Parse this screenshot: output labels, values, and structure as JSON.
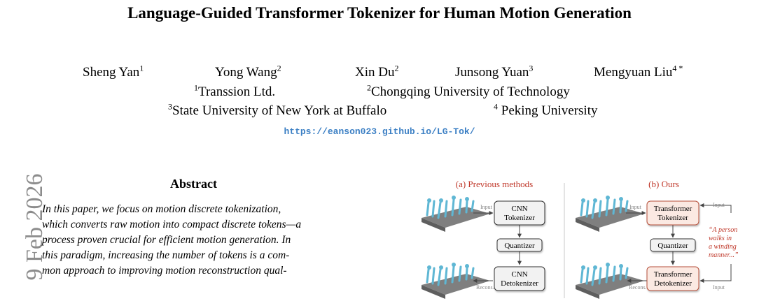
{
  "title": "Language-Guided Transformer Tokenizer for Human Motion Generation",
  "authors": [
    {
      "name": "Sheng Yan",
      "sup": "1"
    },
    {
      "name": "Yong Wang",
      "sup": "2"
    },
    {
      "name": "Xin Du",
      "sup": "2"
    },
    {
      "name": "Junsong Yuan",
      "sup": "3"
    },
    {
      "name": "Mengyuan Liu",
      "sup": "4 *"
    }
  ],
  "affiliations": [
    {
      "sup": "1",
      "name": "Transsion Ltd."
    },
    {
      "sup": "2",
      "name": "Chongqing University of Technology"
    },
    {
      "sup": "3",
      "name": "State University of New York at Buffalo"
    },
    {
      "sup": "4",
      "name": " Peking University"
    }
  ],
  "url": "https://eanson023.github.io/LG-Tok/",
  "arxiv_stamp": "9 Feb 2026",
  "abstract": {
    "heading": "Abstract",
    "lines": [
      "In this paper, we focus on motion discrete tokenization,",
      "which converts raw motion into compact discrete tokens—a",
      "process proven crucial for efficient motion generation. In",
      "this paradigm, increasing the number of tokens is a com-",
      "mon approach to improving motion reconstruction qual-"
    ]
  },
  "figure": {
    "panel_a": {
      "title": "(a) Previous methods",
      "tokenizer": [
        "CNN",
        "Tokenizer"
      ],
      "quantizer": "Quantizer",
      "detokenizer": [
        "CNN",
        "Detokenizer"
      ],
      "input_label": "Input",
      "recons_label": "Recons."
    },
    "panel_b": {
      "title": "(b) Ours",
      "tokenizer": [
        "Transformer",
        "Tokenizer"
      ],
      "quantizer": "Quantizer",
      "detokenizer": [
        "Transformer",
        "Detokenizer"
      ],
      "input_label": "Input",
      "recons_label": "Recons.",
      "text_input_label_top": "Input",
      "text_input_label_bottom": "Input",
      "quote": [
        "“A person",
        "walks in",
        "a winding",
        "manner...”"
      ]
    },
    "colors": {
      "red_title": "#c0392b",
      "cnn_box": "#f2f2f2",
      "transformer_box": "#fbe9e2",
      "transformer_border": "#b5503a",
      "figure_blue": "#5fb7d4",
      "floor": "#7f7f7f"
    }
  }
}
